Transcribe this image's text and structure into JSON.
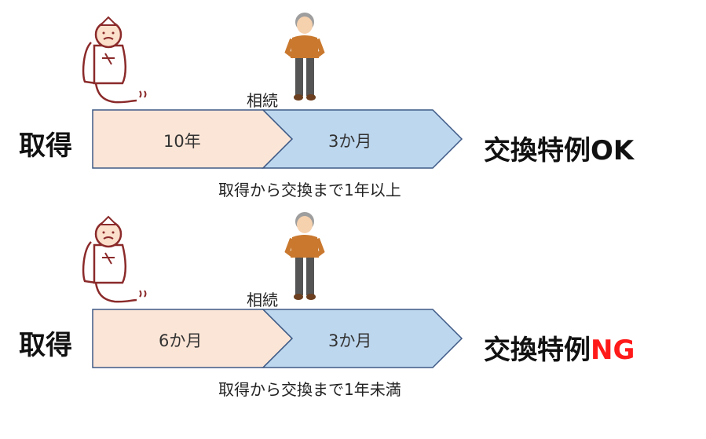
{
  "colors": {
    "before_death": "#fbe5d6",
    "after_death": "#bdd7ee",
    "outline": "#3e5a86",
    "ng": "#ff1a1a"
  },
  "rows": [
    {
      "start_label": "取得",
      "inherit_label": "相続",
      "segment1": "10年",
      "segment2": "3か月",
      "caption": "取得から交換まで1年以上",
      "result_prefix": "交換特例",
      "result_status": "OK",
      "status_color": "#111111"
    },
    {
      "start_label": "取得",
      "inherit_label": "相続",
      "segment1": "6か月",
      "segment2": "3か月",
      "caption": "取得から交換まで1年未満",
      "result_prefix": "交換特例",
      "result_status": "NG",
      "status_color": "#ff1a1a"
    }
  ]
}
